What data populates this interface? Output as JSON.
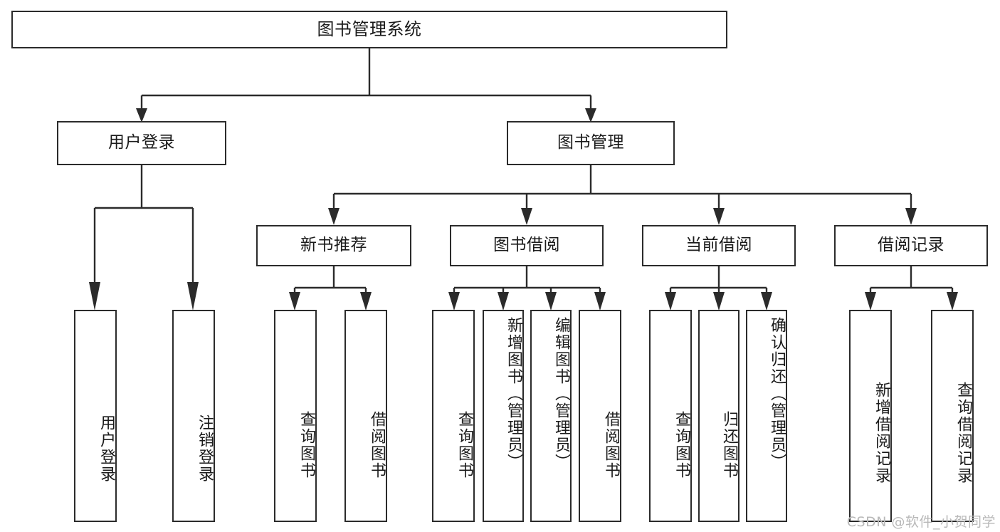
{
  "diagram": {
    "title": "图书管理系统",
    "watermark": "CSDN @软件_小贺同学",
    "type": "tree-hierarchy",
    "line_color": "#2b2b2b",
    "background_color": "#ffffff",
    "text_color": "#1a1a1a",
    "watermark_color": "#b9b9b9"
  },
  "nodes": {
    "root": {
      "label": "图书管理系统",
      "level": 1
    },
    "level2": [
      {
        "id": "user-login",
        "label": "用户登录"
      },
      {
        "id": "book-manage",
        "label": "图书管理"
      }
    ],
    "level3": [
      {
        "id": "new-book-recommend",
        "label": "新书推荐",
        "parent": "book-manage"
      },
      {
        "id": "book-borrow",
        "label": "图书借阅",
        "parent": "book-manage"
      },
      {
        "id": "current-borrow",
        "label": "当前借阅",
        "parent": "book-manage"
      },
      {
        "id": "borrow-record",
        "label": "借阅记录",
        "parent": "book-manage"
      }
    ],
    "leaves": [
      {
        "id": "leaf-user-login",
        "label": "用户登录",
        "parent": "user-login"
      },
      {
        "id": "leaf-logout-login",
        "label": "注销登录",
        "parent": "user-login"
      },
      {
        "id": "leaf-query-book-1",
        "label": "查询图书",
        "parent": "new-book-recommend"
      },
      {
        "id": "leaf-borrow-book-1",
        "label": "借阅图书",
        "parent": "new-book-recommend"
      },
      {
        "id": "leaf-query-book-2",
        "label": "查询图书",
        "parent": "book-borrow"
      },
      {
        "id": "leaf-add-book",
        "label": "新增图书（管理员）",
        "parent": "book-borrow"
      },
      {
        "id": "leaf-edit-book",
        "label": "编辑图书（管理员）",
        "parent": "book-borrow"
      },
      {
        "id": "leaf-borrow-book-2",
        "label": "借阅图书",
        "parent": "book-borrow"
      },
      {
        "id": "leaf-query-book-3",
        "label": "查询图书",
        "parent": "current-borrow"
      },
      {
        "id": "leaf-return-book",
        "label": "归还图书",
        "parent": "current-borrow"
      },
      {
        "id": "leaf-confirm-return",
        "label": "确认归还（管理员）",
        "parent": "current-borrow"
      },
      {
        "id": "leaf-add-record",
        "label": "新增借阅记录",
        "parent": "borrow-record"
      },
      {
        "id": "leaf-query-record",
        "label": "查询借阅记录",
        "parent": "borrow-record"
      }
    ]
  }
}
